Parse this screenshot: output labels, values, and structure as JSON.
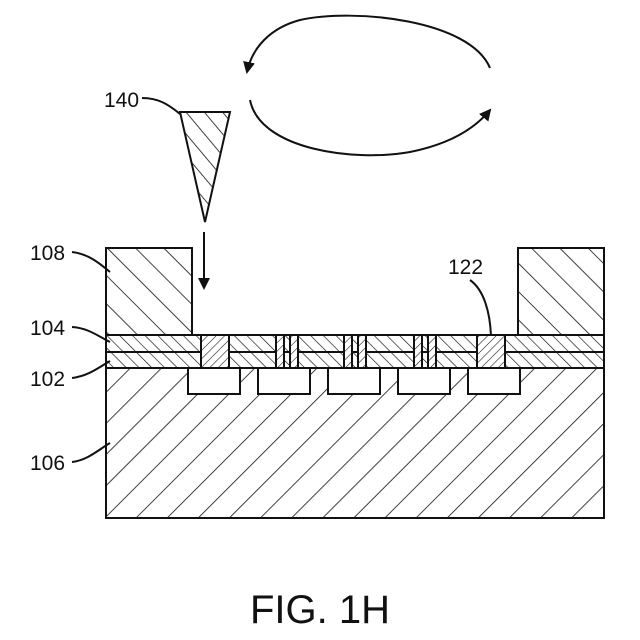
{
  "labels": {
    "tip": "140",
    "mask": "108",
    "upper_layer": "104",
    "lower_layer": "102",
    "substrate": "106",
    "plug": "122"
  },
  "caption": "FIG. 1H",
  "colors": {
    "ink": "#111111",
    "background": "#ffffff"
  }
}
